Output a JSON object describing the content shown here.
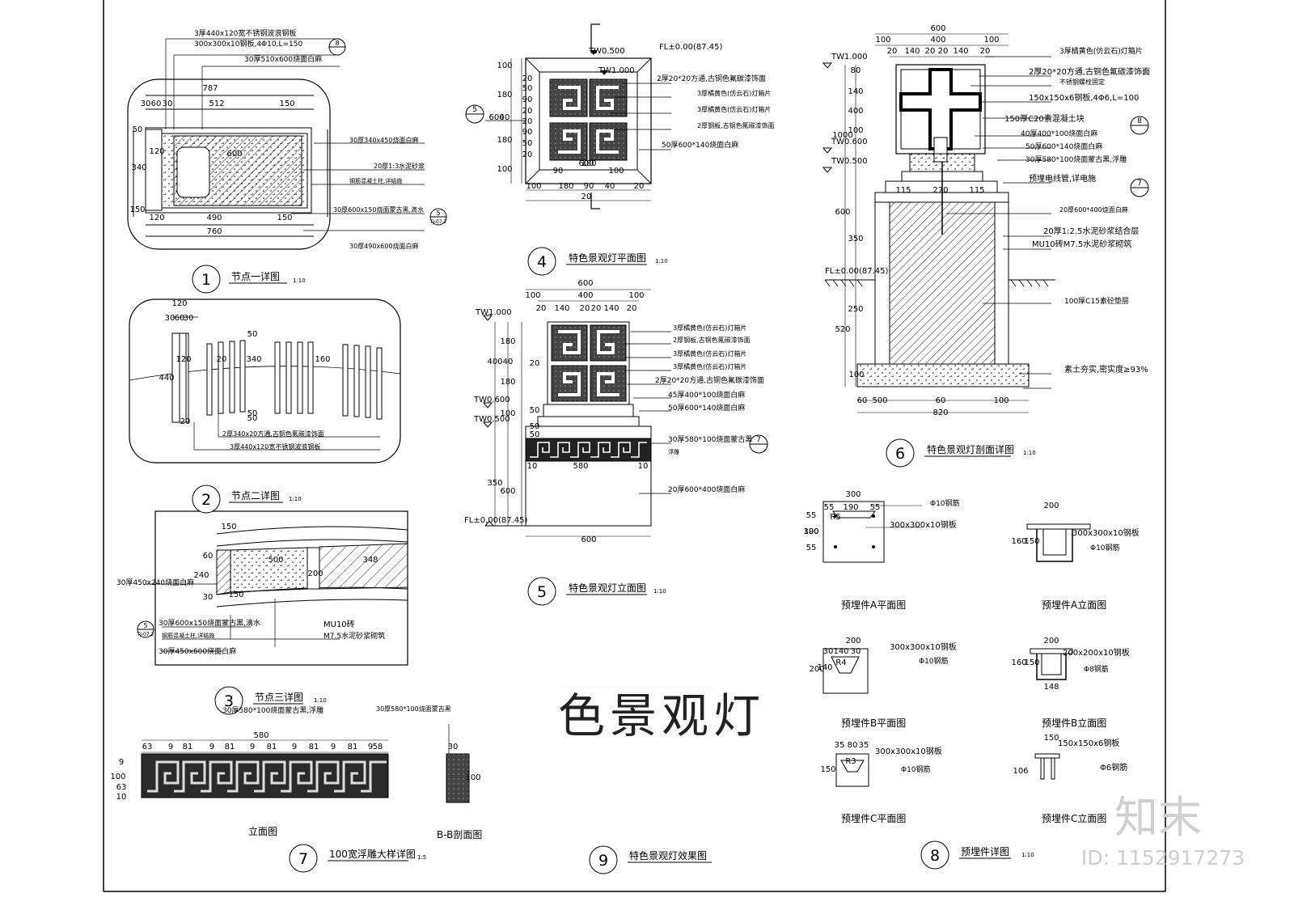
{
  "big_title": "色景观灯",
  "watermark": {
    "logo": "知末",
    "id": "ID: 1152917273"
  },
  "details": {
    "d1": {
      "num": "1",
      "title": "节点一详图",
      "scale": "1:10"
    },
    "d2": {
      "num": "2",
      "title": "节点二详图",
      "scale": "1:10"
    },
    "d3": {
      "num": "3",
      "title": "节点三详图",
      "scale": "1:10"
    },
    "d4": {
      "num": "4",
      "title": "特色景观灯平面图",
      "scale": "1:10"
    },
    "d5": {
      "num": "5",
      "title": "特色景观灯立面图",
      "scale": "1:10"
    },
    "d6": {
      "num": "6",
      "title": "特色景观灯剖面详图",
      "scale": "1:10"
    },
    "d7": {
      "num": "7",
      "title": "100宽浮雕大样详图",
      "scale": "1:5"
    },
    "d8": {
      "num": "8",
      "title": "预埋件详图",
      "scale": "1:10"
    },
    "d9": {
      "num": "9",
      "title": "特色景观灯效果图",
      "scale": ""
    }
  },
  "sub_titles": {
    "a_plan": "预埋件A平面图",
    "a_elev": "预埋件A立面图",
    "b_plan": "预埋件B平面图",
    "b_elev": "预埋件B立面图",
    "c_plan": "预埋件C平面图",
    "c_elev": "预埋件C立面图",
    "d7_elev": "立面图",
    "d7_sec": "B-B剖面图"
  },
  "notes": {
    "d1": [
      "3厚440x120宽不锈钢波浪钢板",
      "300x300x10钢板,4Φ10,L=150",
      "30厚510x600烧面白麻",
      "30厚340x450烧面白麻",
      "20厚1:3水泥砂浆",
      "钢筋混凝土柱,详结施",
      "30厚600x150烧面蒙古黑,滴水",
      "30厚490x600烧面白麻"
    ],
    "d2": [
      "2厚340x20方通,古铜色氟碳漆饰面",
      "3厚440x120宽不锈钢波浪钢板"
    ],
    "d3": [
      "30厚450x240烧面白麻",
      "30厚600x150烧面蒙古黑,滴水",
      "钢筋混凝土柱,详结施",
      "30厚450x600烧面白麻",
      "MU10砖",
      "M7.5水泥砂浆砌筑"
    ],
    "d4": [
      "2厚20*20方通,古铜色氟碳漆饰面",
      "3厚橘黄色(仿云石)灯箱片",
      "3厚橘黄色(仿云石)灯箱片",
      "2厚钢板,古铜色氟碳漆饰面",
      "50厚600*140烧面白麻"
    ],
    "d5": [
      "3厚橘黄色(仿云石)灯箱片",
      "2厚钢板,古铜色氟碳漆饰面",
      "3厚橘黄色(仿云石)灯箱片",
      "3厚橘黄色(仿云石)灯箱片",
      "2厚20*20方通,古铜色氟碳漆饰面",
      "45厚400*100烧面白麻",
      "50厚600*140烧面白麻",
      "30厚580*100烧面蒙古黑",
      "浮雕",
      "20厚600*400烧面白麻"
    ],
    "d6": [
      "3厚橘黄色(仿云石)灯箱片",
      "2厚20*20方通,古铜色氟碳漆饰面",
      "不锈钢螺栓固定",
      "150x150x6钢板,4Φ6,L=100",
      "150厚C20素混凝土块",
      "40厚400*100烧面白麻",
      "50厚600*140烧面白麻",
      "30厚580*100烧面蒙古黑,浮雕",
      "预埋电线管,详电施",
      "20厚600*400烧面白麻",
      "20厚1:2.5水泥砂浆结合层",
      "MU10砖M7.5水泥砂浆砌筑",
      "100厚C15素砼垫层",
      "素土夯实,密实度≥93%"
    ],
    "d7": [
      "30厚580*100烧面蒙古黑,浮雕",
      "30厚580*100烧面蒙古黑"
    ],
    "d8": [
      "Φ10钢筋",
      "300x300x10钢板",
      "300x300x10钢板",
      "Φ10钢筋",
      "300x300x10钢板",
      "Φ10钢筋",
      "200x200x10钢板",
      "Φ8钢筋",
      "300x300x10钢板",
      "Φ10钢筋",
      "150x150x6钢板",
      "Φ6钢筋"
    ]
  },
  "levels": {
    "tw0500": "TW0.500",
    "tw1000": "TW1.000",
    "tw0600": "TW0.600",
    "fl": "FL±0.00(87.45)"
  },
  "refs": {
    "r5": "5",
    "r7": "7",
    "r8": "8",
    "sheet": "TJ-07.2"
  },
  "dims": {
    "d1": [
      "787",
      "512",
      "150",
      "30",
      "60",
      "30",
      "600",
      "50",
      "120",
      "340",
      "150",
      "120",
      "490",
      "150",
      "760"
    ],
    "d2": [
      "120",
      "30",
      "60",
      "30",
      "50",
      "120",
      "340",
      "160",
      "20",
      "50",
      "440",
      "20",
      "50"
    ],
    "d3": [
      "150",
      "500",
      "348",
      "60",
      "240",
      "30",
      "200",
      "150"
    ],
    "d4": [
      "100",
      "180",
      "40",
      "180",
      "100",
      "600",
      "20",
      "50",
      "90",
      "20",
      "20",
      "90",
      "50",
      "20",
      "100",
      "180",
      "90",
      "40",
      "20",
      "20",
      "90",
      "180",
      "100",
      "600"
    ],
    "d5": [
      "600",
      "100",
      "400",
      "100",
      "20",
      "140",
      "20",
      "20",
      "140",
      "20",
      "180",
      "400",
      "180",
      "40",
      "20",
      "50",
      "100",
      "50",
      "50",
      "10",
      "580",
      "10",
      "600",
      "350",
      "600"
    ],
    "d6": [
      "600",
      "100",
      "400",
      "100",
      "20",
      "140",
      "20",
      "20",
      "140",
      "20",
      "1000",
      "400",
      "80",
      "140",
      "100",
      "115",
      "270",
      "115",
      "600",
      "350",
      "520",
      "250",
      "100",
      "60",
      "500",
      "60",
      "100",
      "820"
    ],
    "d7": [
      "580",
      "63",
      "9",
      "81",
      "9",
      "81",
      "9",
      "81",
      "9",
      "81",
      "9",
      "81",
      "9",
      "58",
      "100",
      "10",
      "63",
      "9",
      "30",
      "100"
    ],
    "d8": [
      "300",
      "55",
      "190",
      "55",
      "300",
      "55",
      "190",
      "55",
      "200",
      "160",
      "150",
      "R5",
      "200",
      "30",
      "140",
      "30",
      "200",
      "140",
      "R4",
      "200",
      "148",
      "160",
      "150",
      "35",
      "80",
      "35",
      "150",
      "R3",
      "150",
      "106"
    ]
  }
}
